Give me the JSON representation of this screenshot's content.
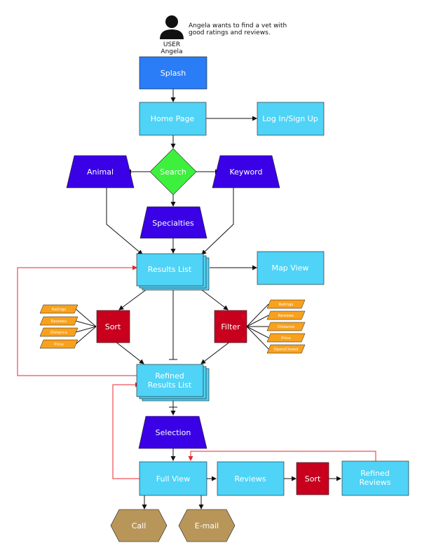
{
  "user": {
    "role_label": "USER",
    "name": "Angela",
    "goal_line1": "Angela wants to find a vet with",
    "goal_line2": "good ratings and reviews."
  },
  "nodes": {
    "splash": "Splash",
    "home_page": "Home Page",
    "login_signup": "Log In/Sign Up",
    "search": "Search",
    "animal": "Animal",
    "keyword": "Keyword",
    "specialties": "Specialties",
    "results_list": "Results List",
    "map_view": "Map View",
    "sort": "Sort",
    "filter": "Filter",
    "refined_results_line1": "Refined",
    "refined_results_line2": "Results List",
    "selection": "Selection",
    "full_view": "Full View",
    "reviews": "Reviews",
    "reviews_sort": "Sort",
    "refined_reviews_line1": "Refined",
    "refined_reviews_line2": "Reviews",
    "call": "Call",
    "email": "E-mail"
  },
  "sort_options": [
    "Ratings",
    "Reviews",
    "Distance",
    "Price"
  ],
  "filter_options": [
    "Ratings",
    "Reviews",
    "Distance",
    "Price",
    "Open/Closed"
  ],
  "colors": {
    "splash": "#2a7cf7",
    "page": "#4fd3f7",
    "trapezoid": "#3a00e6",
    "decision": "#3ef03e",
    "action": "#c8001e",
    "option": "#f9a11c",
    "terminal": "#b8965a",
    "red_line": "#e8242c"
  }
}
